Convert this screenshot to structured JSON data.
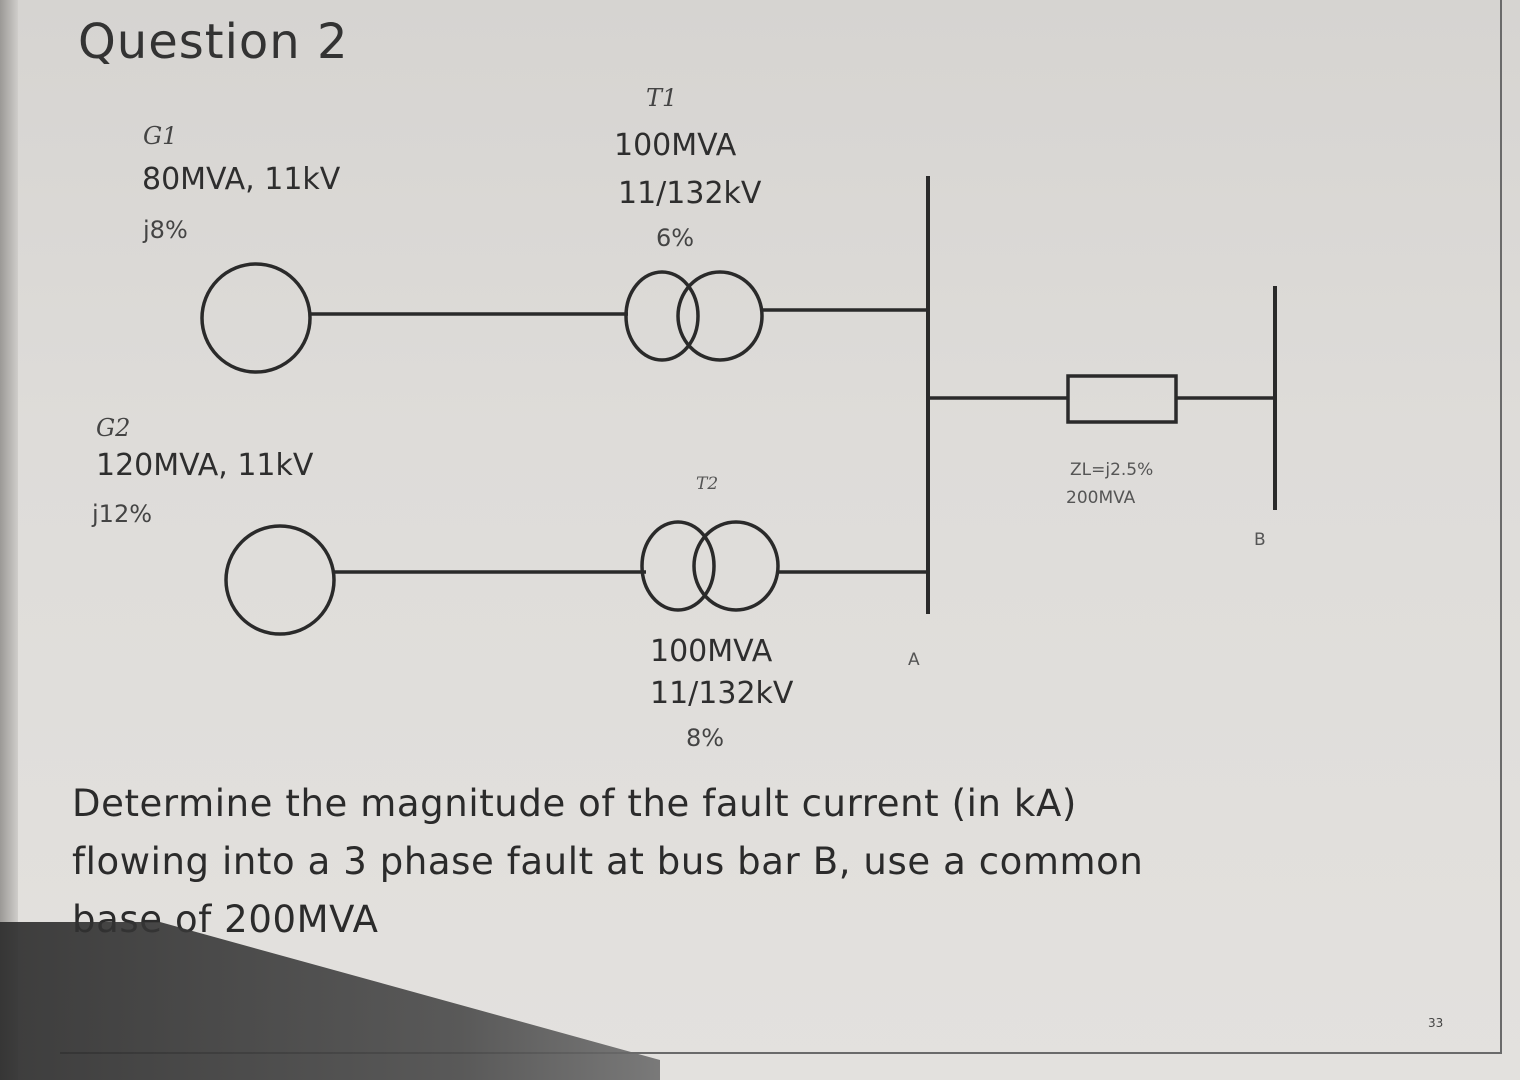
{
  "title": "Question 2",
  "g1": {
    "name": "G1",
    "rating": "80MVA, 11kV",
    "reactance": "j8%"
  },
  "t1": {
    "name": "T1",
    "rating": "100MVA",
    "voltage": "11/132kV",
    "reactance": "6%"
  },
  "g2": {
    "name": "G2",
    "rating": "120MVA, 11kV",
    "reactance": "j12%"
  },
  "t2": {
    "name": "T2",
    "rating": "100MVA",
    "voltage": "11/132kV",
    "reactance": "8%"
  },
  "line": {
    "impedance": "ZL=j2.5%",
    "rating": "200MVA"
  },
  "bus_a": "A",
  "bus_b": "B",
  "question_lines": [
    "Determine the magnitude of the fault current (in kA)",
    "flowing into a 3 phase fault at bus bar B, use a common",
    "base of 200MVA"
  ],
  "page_number": "33"
}
